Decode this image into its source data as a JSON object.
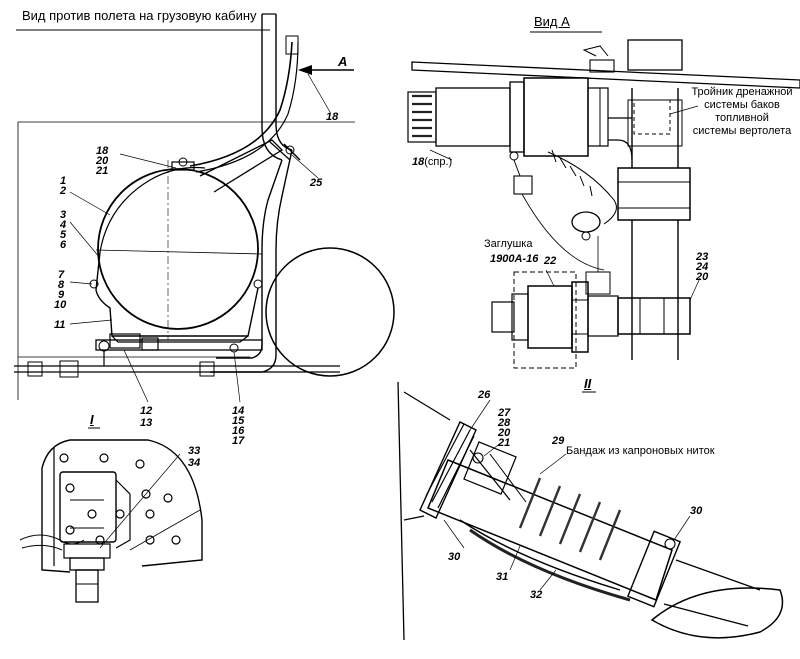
{
  "titles": {
    "main": "Вид против полета на грузовую кабину",
    "view_a": "Вид А",
    "detail_1": "I",
    "detail_2": "II"
  },
  "arrow_label": "А",
  "notes": {
    "tee_line1": "Тройник дренажной",
    "tee_line2": "системы баков",
    "tee_line3": "топливной",
    "tee_line4": "системы вертолета",
    "plug_title": "Заглушка",
    "plug_code": "1900А-16",
    "bandage": "Бандаж из капроновых ниток",
    "ref_18spr_num": "18",
    "ref_18spr_suffix": "(спр.)"
  },
  "labels": {
    "l18a": "18",
    "l18b": "18",
    "l20b": "20",
    "l21b": "21",
    "l25": "25",
    "l1": "1",
    "l2": "2",
    "l3": "3",
    "l4": "4",
    "l5": "5",
    "l6": "6",
    "l7": "7",
    "l8": "8",
    "l9": "9",
    "l10": "10",
    "l11": "11",
    "l12": "12",
    "l13": "13",
    "l14": "14",
    "l15": "15",
    "l16": "16",
    "l17": "17",
    "l22": "22",
    "l23": "23",
    "l24": "24",
    "l20c": "20",
    "l33": "33",
    "l34": "34",
    "l26": "26",
    "l27": "27",
    "l28": "28",
    "l20d": "20",
    "l21d": "21",
    "l29": "29",
    "l30a": "30",
    "l30b": "30",
    "l31": "31",
    "l32": "32"
  }
}
